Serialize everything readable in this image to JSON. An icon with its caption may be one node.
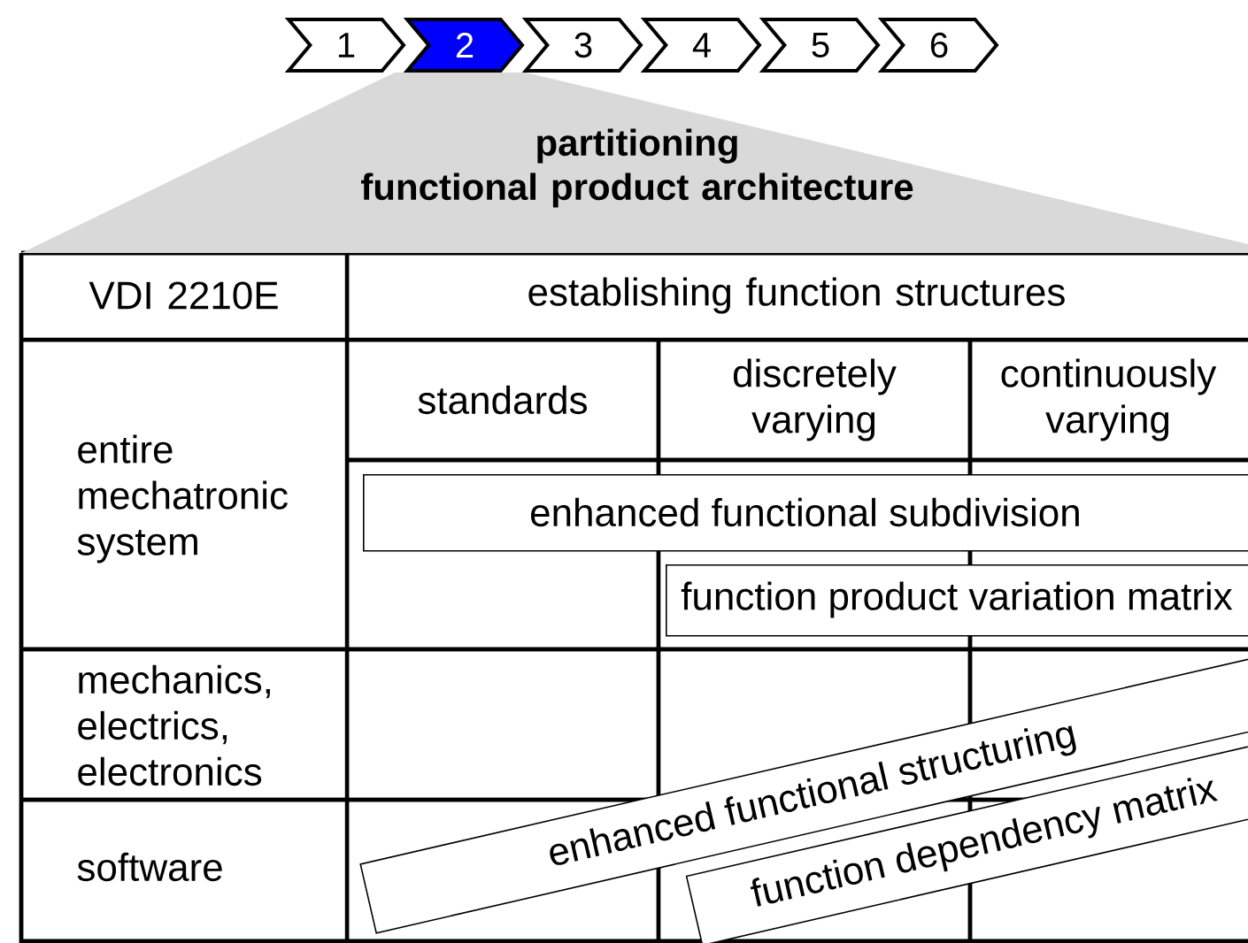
{
  "diagram": {
    "nodes": [
      {
        "text": [
          "1"
        ]
      },
      {
        "text": [
          "2"
        ]
      },
      {
        "text": [
          "3"
        ]
      },
      {
        "text": [
          "4"
        ]
      },
      {
        "text": [
          "5"
        ]
      },
      {
        "text": [
          "6"
        ]
      },
      {
        "text": [
          "partitioning functional product architecture"
        ]
      },
      {
        "text": [
          "enhanced functional subdivision"
        ]
      },
      {
        "text": [
          "function product variation matrix"
        ]
      },
      {
        "text": [
          "enhanced functional structuring"
        ]
      },
      {
        "text": [
          "function dependency matrix"
        ]
      }
    ],
    "labels": [
      "VDI 2210E",
      "establishing function structures",
      "entire mechatronic system",
      "standards",
      "discretely varying",
      "continuously varying",
      "mechanics, electrics, electronics",
      "software"
    ]
  }
}
